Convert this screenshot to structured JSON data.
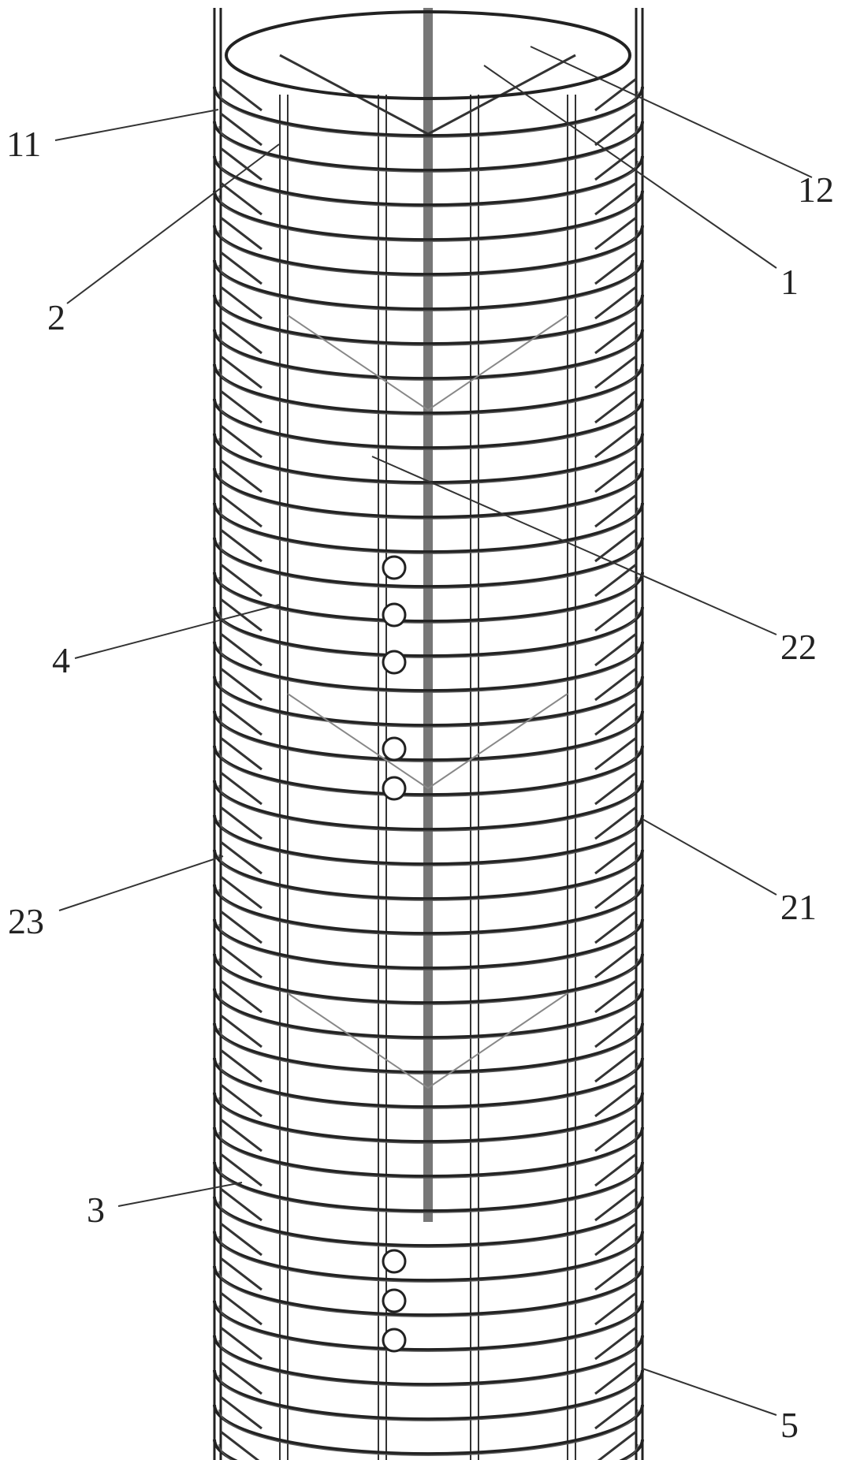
{
  "figure": {
    "labels": [
      {
        "id": "l11",
        "text": "11"
      },
      {
        "id": "l2",
        "text": "2"
      },
      {
        "id": "l12",
        "text": "12"
      },
      {
        "id": "l1",
        "text": "1"
      },
      {
        "id": "l22",
        "text": "22"
      },
      {
        "id": "l4",
        "text": "4"
      },
      {
        "id": "l21",
        "text": "21"
      },
      {
        "id": "l23",
        "text": "23"
      },
      {
        "id": "l3",
        "text": "3"
      },
      {
        "id": "l5",
        "text": "5"
      }
    ]
  }
}
